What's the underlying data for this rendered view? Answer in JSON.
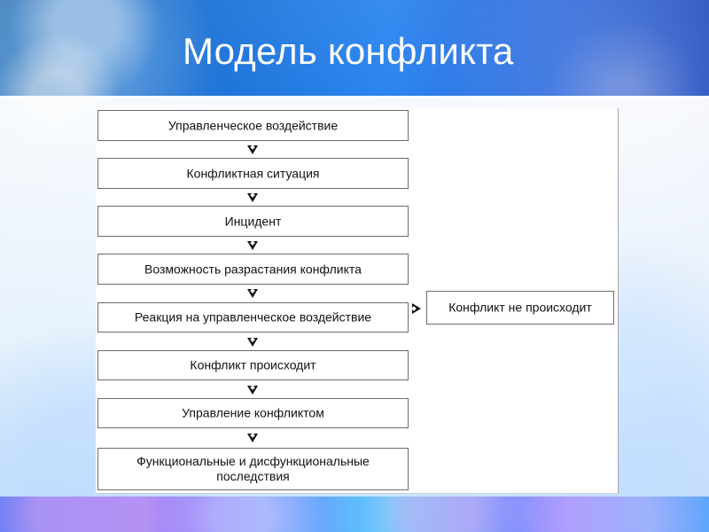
{
  "title": "Модель конфликта",
  "diagram": {
    "steps": [
      "Управленческое воздействие",
      "Конфликтная ситуация",
      "Инцидент",
      "Возможность разрастания конфликта",
      "Реакция на управленческое воздействие",
      "Конфликт происходит",
      "Управление конфликтом",
      "Функциональные и  дисфункциональные\nпоследствия"
    ],
    "side_box": "Конфликт  не происходит"
  }
}
